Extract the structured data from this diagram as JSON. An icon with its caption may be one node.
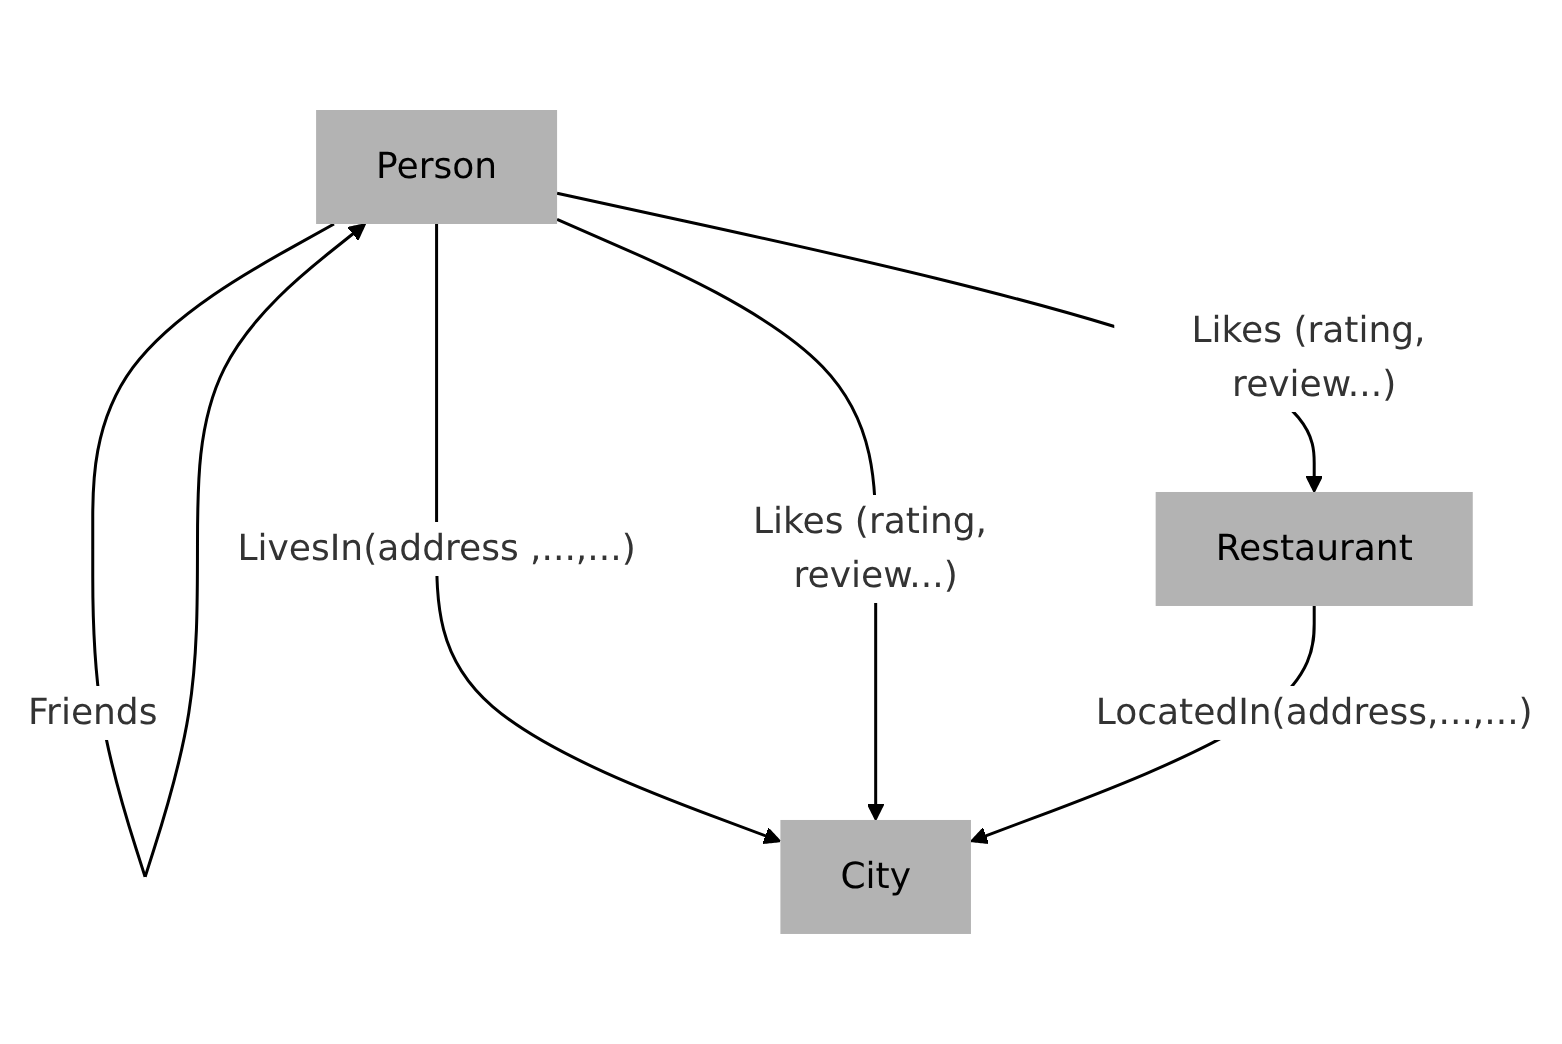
{
  "diagram": {
    "nodes": [
      {
        "text": [
          "Person"
        ]
      },
      {
        "text": [
          "City"
        ]
      },
      {
        "text": [
          "Restaurant"
        ]
      }
    ],
    "edges": [
      {
        "from": 0,
        "to": 0,
        "arrow": "to",
        "label": "Friends"
      },
      {
        "from": 0,
        "to": 1,
        "arrow": "to",
        "label": "LivesIn(address ,...,...)"
      },
      {
        "from": 0,
        "to": 1,
        "arrow": "to",
        "label": "Likes (rating, review...)"
      },
      {
        "from": 0,
        "to": 2,
        "arrow": "to",
        "label": "Likes (rating, review...)"
      },
      {
        "from": 2,
        "to": 1,
        "arrow": "to",
        "label": "LocatedIn(address,...,...)"
      }
    ]
  }
}
